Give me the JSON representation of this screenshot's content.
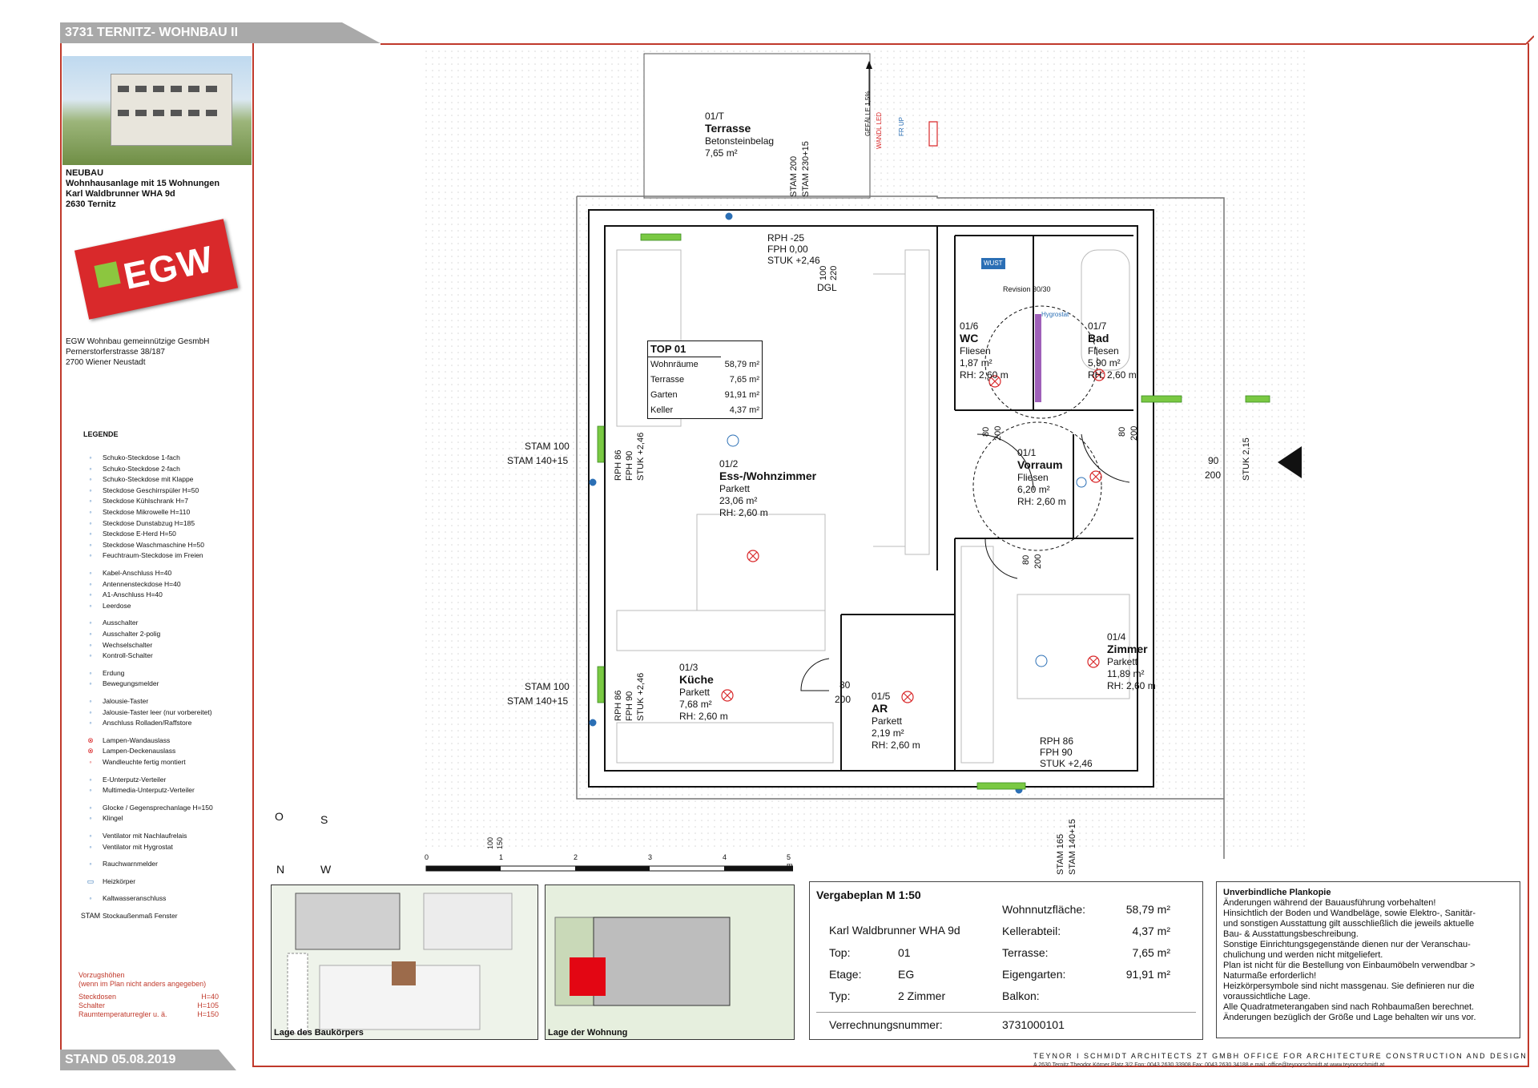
{
  "header": {
    "title": "3731 TERNITZ- WOHNBAU II"
  },
  "footer": {
    "stand": "STAND 05.08.2019"
  },
  "project": {
    "l1": "NEUBAU",
    "l2": "Wohnhausanlage mit 15 Wohnungen",
    "l3": "Karl Waldbrunner WHA 9d",
    "l4": "2630 Ternitz"
  },
  "logo": {
    "text": "EGW"
  },
  "company": {
    "name": "EGW Wohnbau gemeinnützige GesmbH",
    "street": "Pernerstorferstrasse 38/187",
    "city": "2700 Wiener Neustadt"
  },
  "legend": {
    "title": "LEGENDE",
    "items": [
      "Schuko-Steckdose 1-fach",
      "Schuko-Steckdose 2-fach",
      "Schuko-Steckdose mit Klappe",
      "Steckdose Geschirrspüler H=50",
      "Steckdose Kühlschrank H=7",
      "Steckdose Mikrowelle H=110",
      "Steckdose Dunstabzug H=185",
      "Steckdose E-Herd H=50",
      "Steckdose Waschmaschine H=50",
      "Feuchtraum-Steckdose im Freien",
      "Kabel-Anschluss H=40",
      "Antennensteckdose H=40",
      "A1-Anschluss H=40",
      "Leerdose",
      "Ausschalter",
      "Ausschalter 2-polig",
      "Wechselschalter",
      "Kontroll-Schalter",
      "Erdung",
      "Bewegungsmelder",
      "Jalousie-Taster",
      "Jalousie-Taster leer (nur vorbereitet)",
      "Anschluss Rolladen/Raffstore",
      "Lampen-Wandauslass",
      "Lampen-Deckenauslass",
      "Wandleuchte fertig montiert",
      "E-Unterputz-Verteiler",
      "Multimedia-Unterputz-Verteiler",
      "Glocke / Gegensprechanlage H=150",
      "Klingel",
      "Ventilator mit Nachlaufrelais",
      "Ventilator mit Hygrostat",
      "Rauchwarnmelder",
      "Heizkörper",
      "Kaltwasseranschluss",
      "Stockaußenmaß Fenster"
    ],
    "stam_label": "STAM",
    "vz_title": "Vorzugshöhen",
    "vz_sub": "(wenn im Plan nicht anders angegeben)",
    "vz_rows": [
      [
        "Steckdosen",
        "H=40"
      ],
      [
        "Schalter",
        "H=105"
      ],
      [
        "Raumtemperaturregler u. ä.",
        "H=150"
      ]
    ]
  },
  "top_table": {
    "title": "TOP 01",
    "rows": [
      [
        "Wohnräume",
        "58,79 m²"
      ],
      [
        "Terrasse",
        "7,65 m²"
      ],
      [
        "Garten",
        "91,91 m²"
      ],
      [
        "Keller",
        "4,37 m²"
      ]
    ]
  },
  "rooms": {
    "terrasse": {
      "nr": "01/T",
      "name": "Terrasse",
      "mat": "Betonsteinbelag",
      "area": "7,65 m²"
    },
    "wohn": {
      "nr": "01/2",
      "name": "Ess-/Wohnzimmer",
      "mat": "Parkett",
      "area": "23,06 m²",
      "rh": "RH: 2,60 m"
    },
    "kueche": {
      "nr": "01/3",
      "name": "Küche",
      "mat": "Parkett",
      "area": "7,68 m²",
      "rh": "RH: 2,60 m"
    },
    "wc": {
      "nr": "01/6",
      "name": "WC",
      "mat": "Fliesen",
      "area": "1,87 m²",
      "rh": "RH: 2,60 m"
    },
    "bad": {
      "nr": "01/7",
      "name": "Bad",
      "mat": "Fliesen",
      "area": "5,90 m²",
      "rh": "RH: 2,60 m"
    },
    "vorraum": {
      "nr": "01/1",
      "name": "Vorraum",
      "mat": "Fliesen",
      "area": "6,20 m²",
      "rh": "RH: 2,60 m"
    },
    "ar": {
      "nr": "01/5",
      "name": "AR",
      "mat": "Parkett",
      "area": "2,19 m²",
      "rh": "RH: 2,60 m"
    },
    "zimmer": {
      "nr": "01/4",
      "name": "Zimmer",
      "mat": "Parkett",
      "area": "11,89 m²",
      "rh": "RH: 2,60 m"
    }
  },
  "dims": {
    "stam200": "STAM 200",
    "stam230": "STAM 230+15",
    "rph": "RPH -25",
    "fph": "FPH 0,00",
    "stuk": "STUK +2,46",
    "d100": "100",
    "d220": "220",
    "dgl": "DGL",
    "stam100a": "STAM 100",
    "stam140a": "STAM 140+15",
    "rph86": "RPH 86",
    "fph90": "FPH 90",
    "stuk246": "STUK +2,46",
    "d80": "80",
    "d200": "200",
    "d90": "90",
    "stuk215": "STUK 2,15",
    "stam165": "STAM 165",
    "stam140b": "STAM 140+15",
    "d150": "150",
    "gefaelle": "GEFÄLLE 1,5%",
    "wandled": "WANDL LED",
    "frup": "FR UP",
    "revision": "Revision 30/30",
    "wust": "WUST",
    "hygrostat": "Hygrostat",
    "compass_n": "N",
    "compass_s": "S",
    "compass_o": "O",
    "compass_w": "W"
  },
  "scale_bar": {
    "labels": [
      "0",
      "1",
      "2",
      "3",
      "4",
      "5 m"
    ]
  },
  "minimaps": {
    "left_caption": "Lage des Baukörpers",
    "right_caption": "Lage der Wohnung"
  },
  "info": {
    "title": "Vergabeplan   M 1:50",
    "project": "Karl Waldbrunner WHA 9d",
    "rows": [
      [
        "Top:",
        "01"
      ],
      [
        "Etage:",
        "EG"
      ],
      [
        "Typ:",
        "2 Zimmer"
      ]
    ],
    "right": [
      [
        "Wohnnutzfläche:",
        "58,79 m²"
      ],
      [
        "Kellerabteil:",
        "4,37 m²"
      ],
      [
        "Terrasse:",
        "7,65 m²"
      ],
      [
        "Eigengarten:",
        "91,91 m²"
      ],
      [
        "Balkon:",
        ""
      ]
    ],
    "vrn_label": "Verrechnungsnummer:",
    "vrn": "3731000101"
  },
  "notes": {
    "title": "Unverbindliche Plankopie",
    "lines": [
      "Änderungen während der Bauausführung vorbehalten!",
      "Hinsichtlich der Boden und Wandbeläge, sowie Elektro-, Sanitär-",
      "und sonstigen Ausstattung gilt ausschließlich die jeweils aktuelle",
      "Bau- & Ausstattungsbeschreibung.",
      "Sonstige Einrichtungsgegenstände dienen nur der Veranschau-",
      "chulichung und werden nicht mitgeliefert.",
      "Plan ist nicht für die Bestellung von Einbaumöbeln verwendbar >",
      "Naturmaße erforderlich!",
      "Heizkörpersymbole sind nicht massgenau. Sie definieren nur die",
      "voraussichtliche Lage.",
      "Alle Quadratmeterangaben sind nach Rohbaumaßen berechnet.",
      "Änderungen bezüglich der Größe und Lage behalten wir uns vor."
    ]
  },
  "firm": {
    "name": "TEYNOR I SCHMIDT ARCHITECTS ZT GMBH     OFFICE FOR ARCHITECTURE CONSTRUCTION AND DESIGN",
    "addr": "A 2630 Ternitz  Theodor Körner Platz 3/2    Fon: 0043 2630 33908  Fax: 0043 2630 34188   e.mail: office@teynorschmidt.at   www.teynorschmidt.at"
  },
  "colors": {
    "accent": "#c0392b",
    "wall": "#ffffff",
    "wall_line": "#111111",
    "logo_red": "#d9292b",
    "logo_green": "#8cc63f",
    "wohnung": "#e30613"
  }
}
